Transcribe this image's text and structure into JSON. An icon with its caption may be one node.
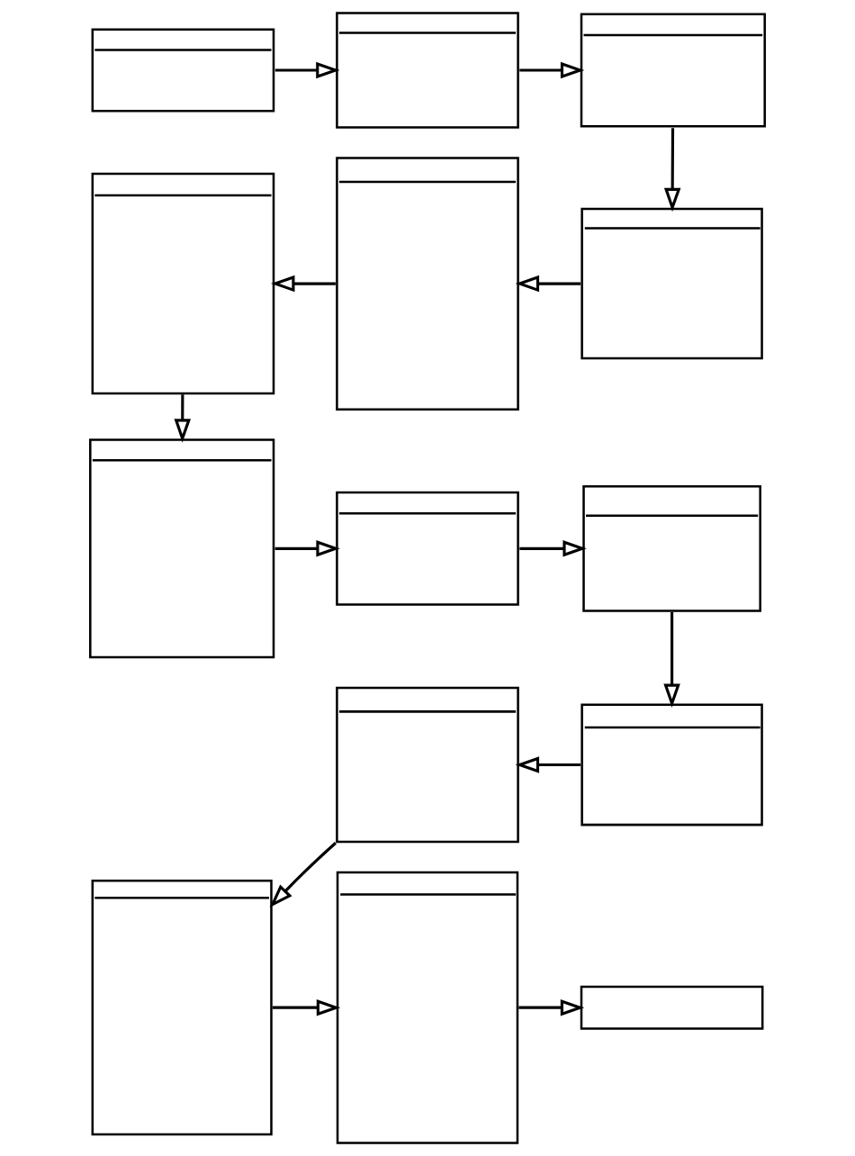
{
  "diagram": {
    "nodes": [
      {
        "text": [],
        "shape": "box"
      },
      {
        "text": [],
        "shape": "box"
      },
      {
        "text": [],
        "shape": "box"
      },
      {
        "text": [],
        "shape": "box"
      },
      {
        "text": [],
        "shape": "box"
      },
      {
        "text": [],
        "shape": "box"
      },
      {
        "text": [],
        "shape": "box"
      },
      {
        "text": [],
        "shape": "box"
      },
      {
        "text": [],
        "shape": "box"
      },
      {
        "text": [],
        "shape": "box"
      },
      {
        "text": [],
        "shape": "box"
      },
      {
        "text": [],
        "shape": "box"
      },
      {
        "text": [],
        "shape": "box"
      },
      {
        "text": [],
        "shape": "box"
      }
    ],
    "edges": [
      {
        "from": 0,
        "to": 1,
        "arrow": "to"
      },
      {
        "from": 1,
        "to": 2,
        "arrow": "to"
      },
      {
        "from": 2,
        "to": 5,
        "arrow": "to"
      },
      {
        "from": 5,
        "to": 4,
        "arrow": "to"
      },
      {
        "from": 4,
        "to": 3,
        "arrow": "to"
      },
      {
        "from": 3,
        "to": 6,
        "arrow": "to"
      },
      {
        "from": 6,
        "to": 7,
        "arrow": "to"
      },
      {
        "from": 7,
        "to": 8,
        "arrow": "to"
      },
      {
        "from": 8,
        "to": 10,
        "arrow": "to"
      },
      {
        "from": 10,
        "to": 9,
        "arrow": "to"
      },
      {
        "from": 9,
        "to": 11,
        "arrow": "to"
      },
      {
        "from": 11,
        "to": 12,
        "arrow": "to"
      },
      {
        "from": 12,
        "to": 13,
        "arrow": "to"
      }
    ]
  }
}
